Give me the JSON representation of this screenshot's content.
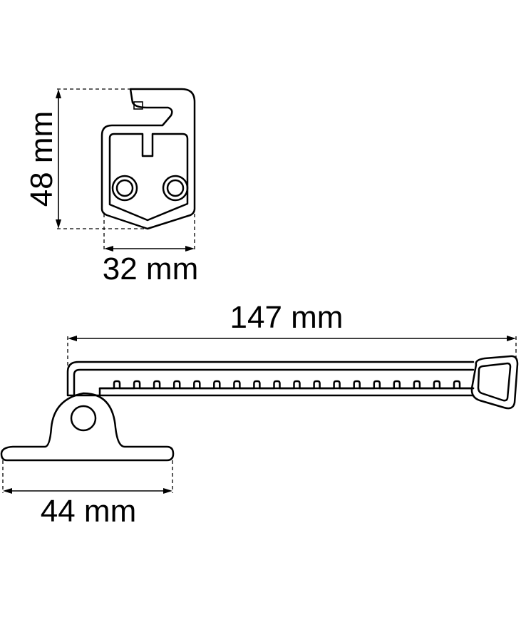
{
  "dimensions": {
    "height_label": "48 mm",
    "depth_label": "32 mm",
    "length_label": "147 mm",
    "base_label": "44 mm"
  },
  "colors": {
    "line": "#000000",
    "background": "#ffffff"
  },
  "stay_bar": {
    "hole_count": 18
  }
}
